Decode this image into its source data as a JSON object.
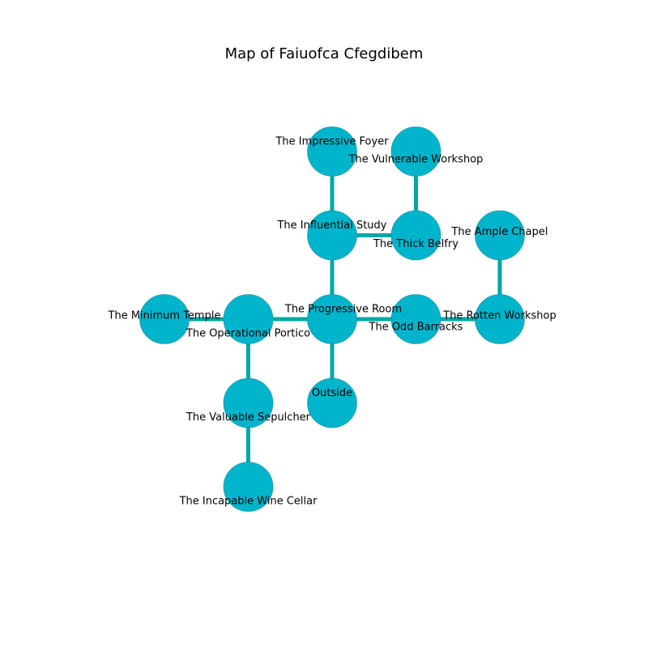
{
  "title": "Map of Faiuofca Cfegdibem",
  "colors": {
    "node_fill": "#00b4cc",
    "node_stroke": "#1a8c9c",
    "edge": "#00a8a8",
    "background": "#ffffff",
    "text": "#000000"
  },
  "rooms": [
    {
      "id": "impressive-foyer",
      "name": "The Impressive Foyer",
      "col": 2,
      "row": 0
    },
    {
      "id": "vulnerable-workshop",
      "name": "The Vulnerable Workshop",
      "col": 3,
      "row": 0
    },
    {
      "id": "influential-study",
      "name": "The Influential Study",
      "col": 2,
      "row": 1
    },
    {
      "id": "thick-belfry",
      "name": "The Thick Belfry",
      "col": 3,
      "row": 1
    },
    {
      "id": "ample-chapel",
      "name": "The Ample Chapel",
      "col": 4,
      "row": 1
    },
    {
      "id": "minimum-temple",
      "name": "The Minimum Temple",
      "col": 0,
      "row": 2
    },
    {
      "id": "operational-portico",
      "name": "The Operational Portico",
      "col": 1,
      "row": 2
    },
    {
      "id": "progressive-room",
      "name": "The Progressive Room",
      "col": 2,
      "row": 2
    },
    {
      "id": "odd-barracks",
      "name": "The Odd Barracks",
      "col": 3,
      "row": 2
    },
    {
      "id": "rotten-workshop",
      "name": "The Rotten Workshop",
      "col": 4,
      "row": 2
    },
    {
      "id": "valuable-sepulcher",
      "name": "The Valuable Sepulcher",
      "col": 1,
      "row": 3
    },
    {
      "id": "outside",
      "name": "Outside",
      "col": 2,
      "row": 3
    },
    {
      "id": "incapable-wine-cellar",
      "name": "The Incapable Wine Cellar",
      "col": 1,
      "row": 4
    }
  ],
  "connections": [
    [
      "impressive-foyer",
      "influential-study"
    ],
    [
      "vulnerable-workshop",
      "thick-belfry"
    ],
    [
      "influential-study",
      "thick-belfry"
    ],
    [
      "influential-study",
      "progressive-room"
    ],
    [
      "ample-chapel",
      "rotten-workshop"
    ],
    [
      "minimum-temple",
      "operational-portico"
    ],
    [
      "operational-portico",
      "progressive-room"
    ],
    [
      "progressive-room",
      "odd-barracks"
    ],
    [
      "odd-barracks",
      "rotten-workshop"
    ],
    [
      "progressive-room",
      "outside"
    ],
    [
      "operational-portico",
      "valuable-sepulcher"
    ],
    [
      "valuable-sepulcher",
      "incapable-wine-cellar"
    ]
  ]
}
